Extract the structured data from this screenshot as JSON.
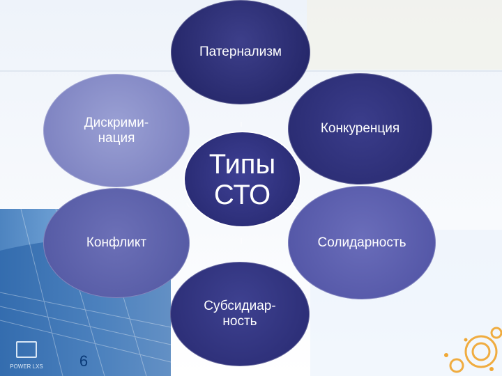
{
  "diagram": {
    "center": {
      "label": "Типы\nСТО"
    },
    "nodes": [
      {
        "id": "paternalism",
        "label": "Патернализм"
      },
      {
        "id": "discrimination",
        "label": "Дискрими-\nнация"
      },
      {
        "id": "competition",
        "label": "Конкуренция"
      },
      {
        "id": "conflict",
        "label": "Конфликт"
      },
      {
        "id": "solidarity",
        "label": "Солидарность"
      },
      {
        "id": "subsidiarity",
        "label": "Субсидиар-\nность"
      }
    ]
  },
  "footer": {
    "slide_number": "6",
    "logo_text": "POWER LXS"
  },
  "colors": {
    "dark_node": "#2b2d74",
    "light_node": "#7f84c2",
    "mid_node": "#575ca6",
    "background_blue": "#5b8fc8",
    "accent_orange": "#f0a020"
  }
}
